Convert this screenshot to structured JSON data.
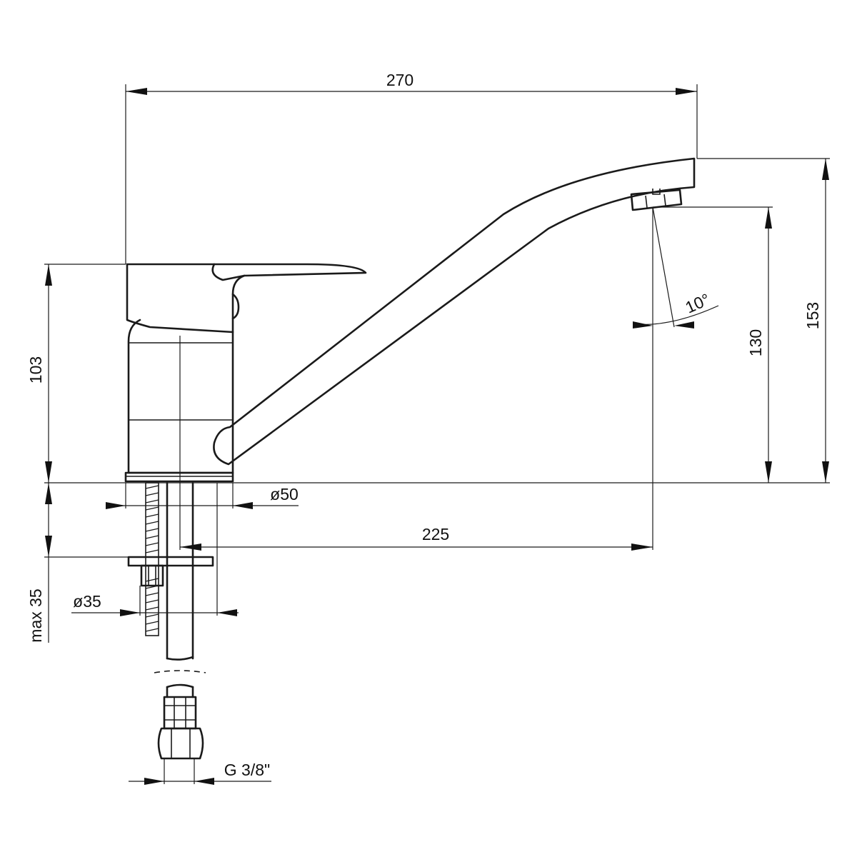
{
  "dimensions": {
    "total_length": "270",
    "total_height": "153",
    "outlet_height": "130",
    "body_height": "103",
    "spout_reach": "225",
    "base_diameter": "ø50",
    "hole_diameter": "ø35",
    "max_thickness": "max 35",
    "connection_thread": "G 3/8\"",
    "spray_angle": "10°"
  }
}
